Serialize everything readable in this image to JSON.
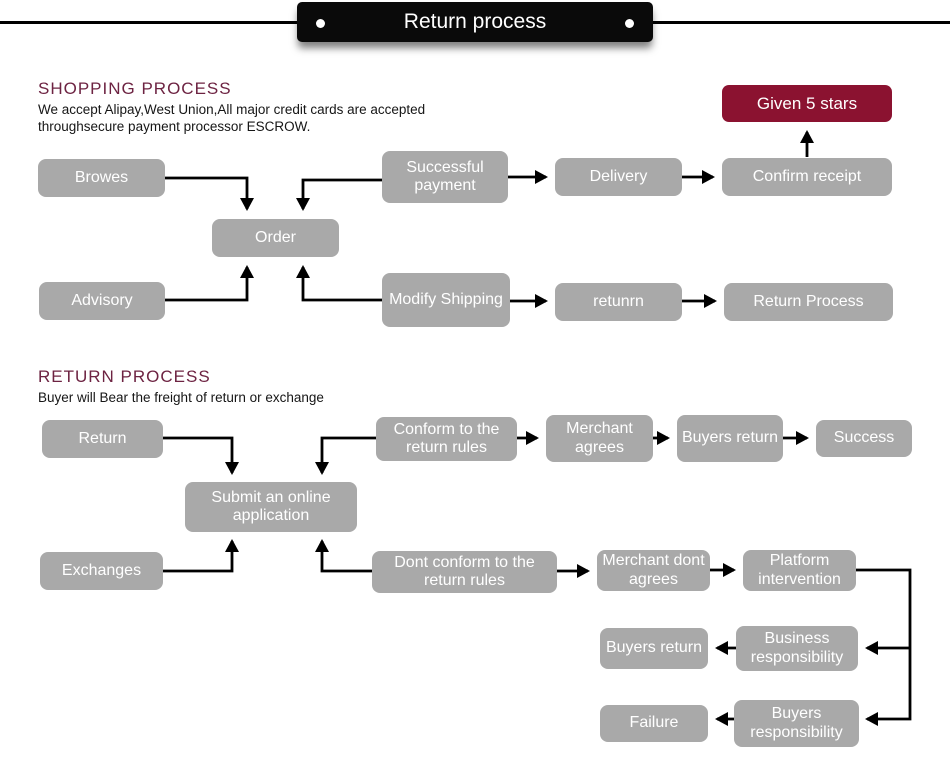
{
  "banner": {
    "title": "Return process"
  },
  "colors": {
    "banner_bg": "#0a0a0a",
    "box_gray": "#a9a9a9",
    "accent_maroon": "#8b1230",
    "heading": "#6d2342",
    "line": "#000000"
  },
  "shopping": {
    "heading": "SHOPPING PROCESS",
    "subtitle": [
      "We accept Alipay,West Union,All major credit cards are accepted",
      "throughsecure payment processor ESCROW."
    ],
    "nodes": {
      "browes": "Browes",
      "order": "Order",
      "successful_payment": "Successful payment",
      "delivery": "Delivery",
      "confirm_receipt": "Confirm receipt",
      "given_5_stars": "Given 5 stars",
      "advisory": "Advisory",
      "modify_shipping": "Modify Shipping",
      "retunrn": "retunrn",
      "return_process": "Return Process"
    }
  },
  "return_section": {
    "heading": "RETURN PROCESS",
    "subtitle": "Buyer will Bear the freight of return or exchange",
    "nodes": {
      "return": "Return",
      "conform_rules": "Conform to the return rules",
      "merchant_agrees": "Merchant agrees",
      "buyers_return": "Buyers return",
      "success": "Success",
      "submit_application": "Submit an online application",
      "exchanges": "Exchanges",
      "dont_conform": "Dont conform to the return rules",
      "merchant_dont_agrees": "Merchant dont agrees",
      "platform_intervention": "Platform intervention",
      "business_responsibility": "Business responsibility",
      "buyers_return_bottom": "Buyers return",
      "failure": "Failure",
      "buyers_responsibility": "Buyers responsibility"
    }
  }
}
